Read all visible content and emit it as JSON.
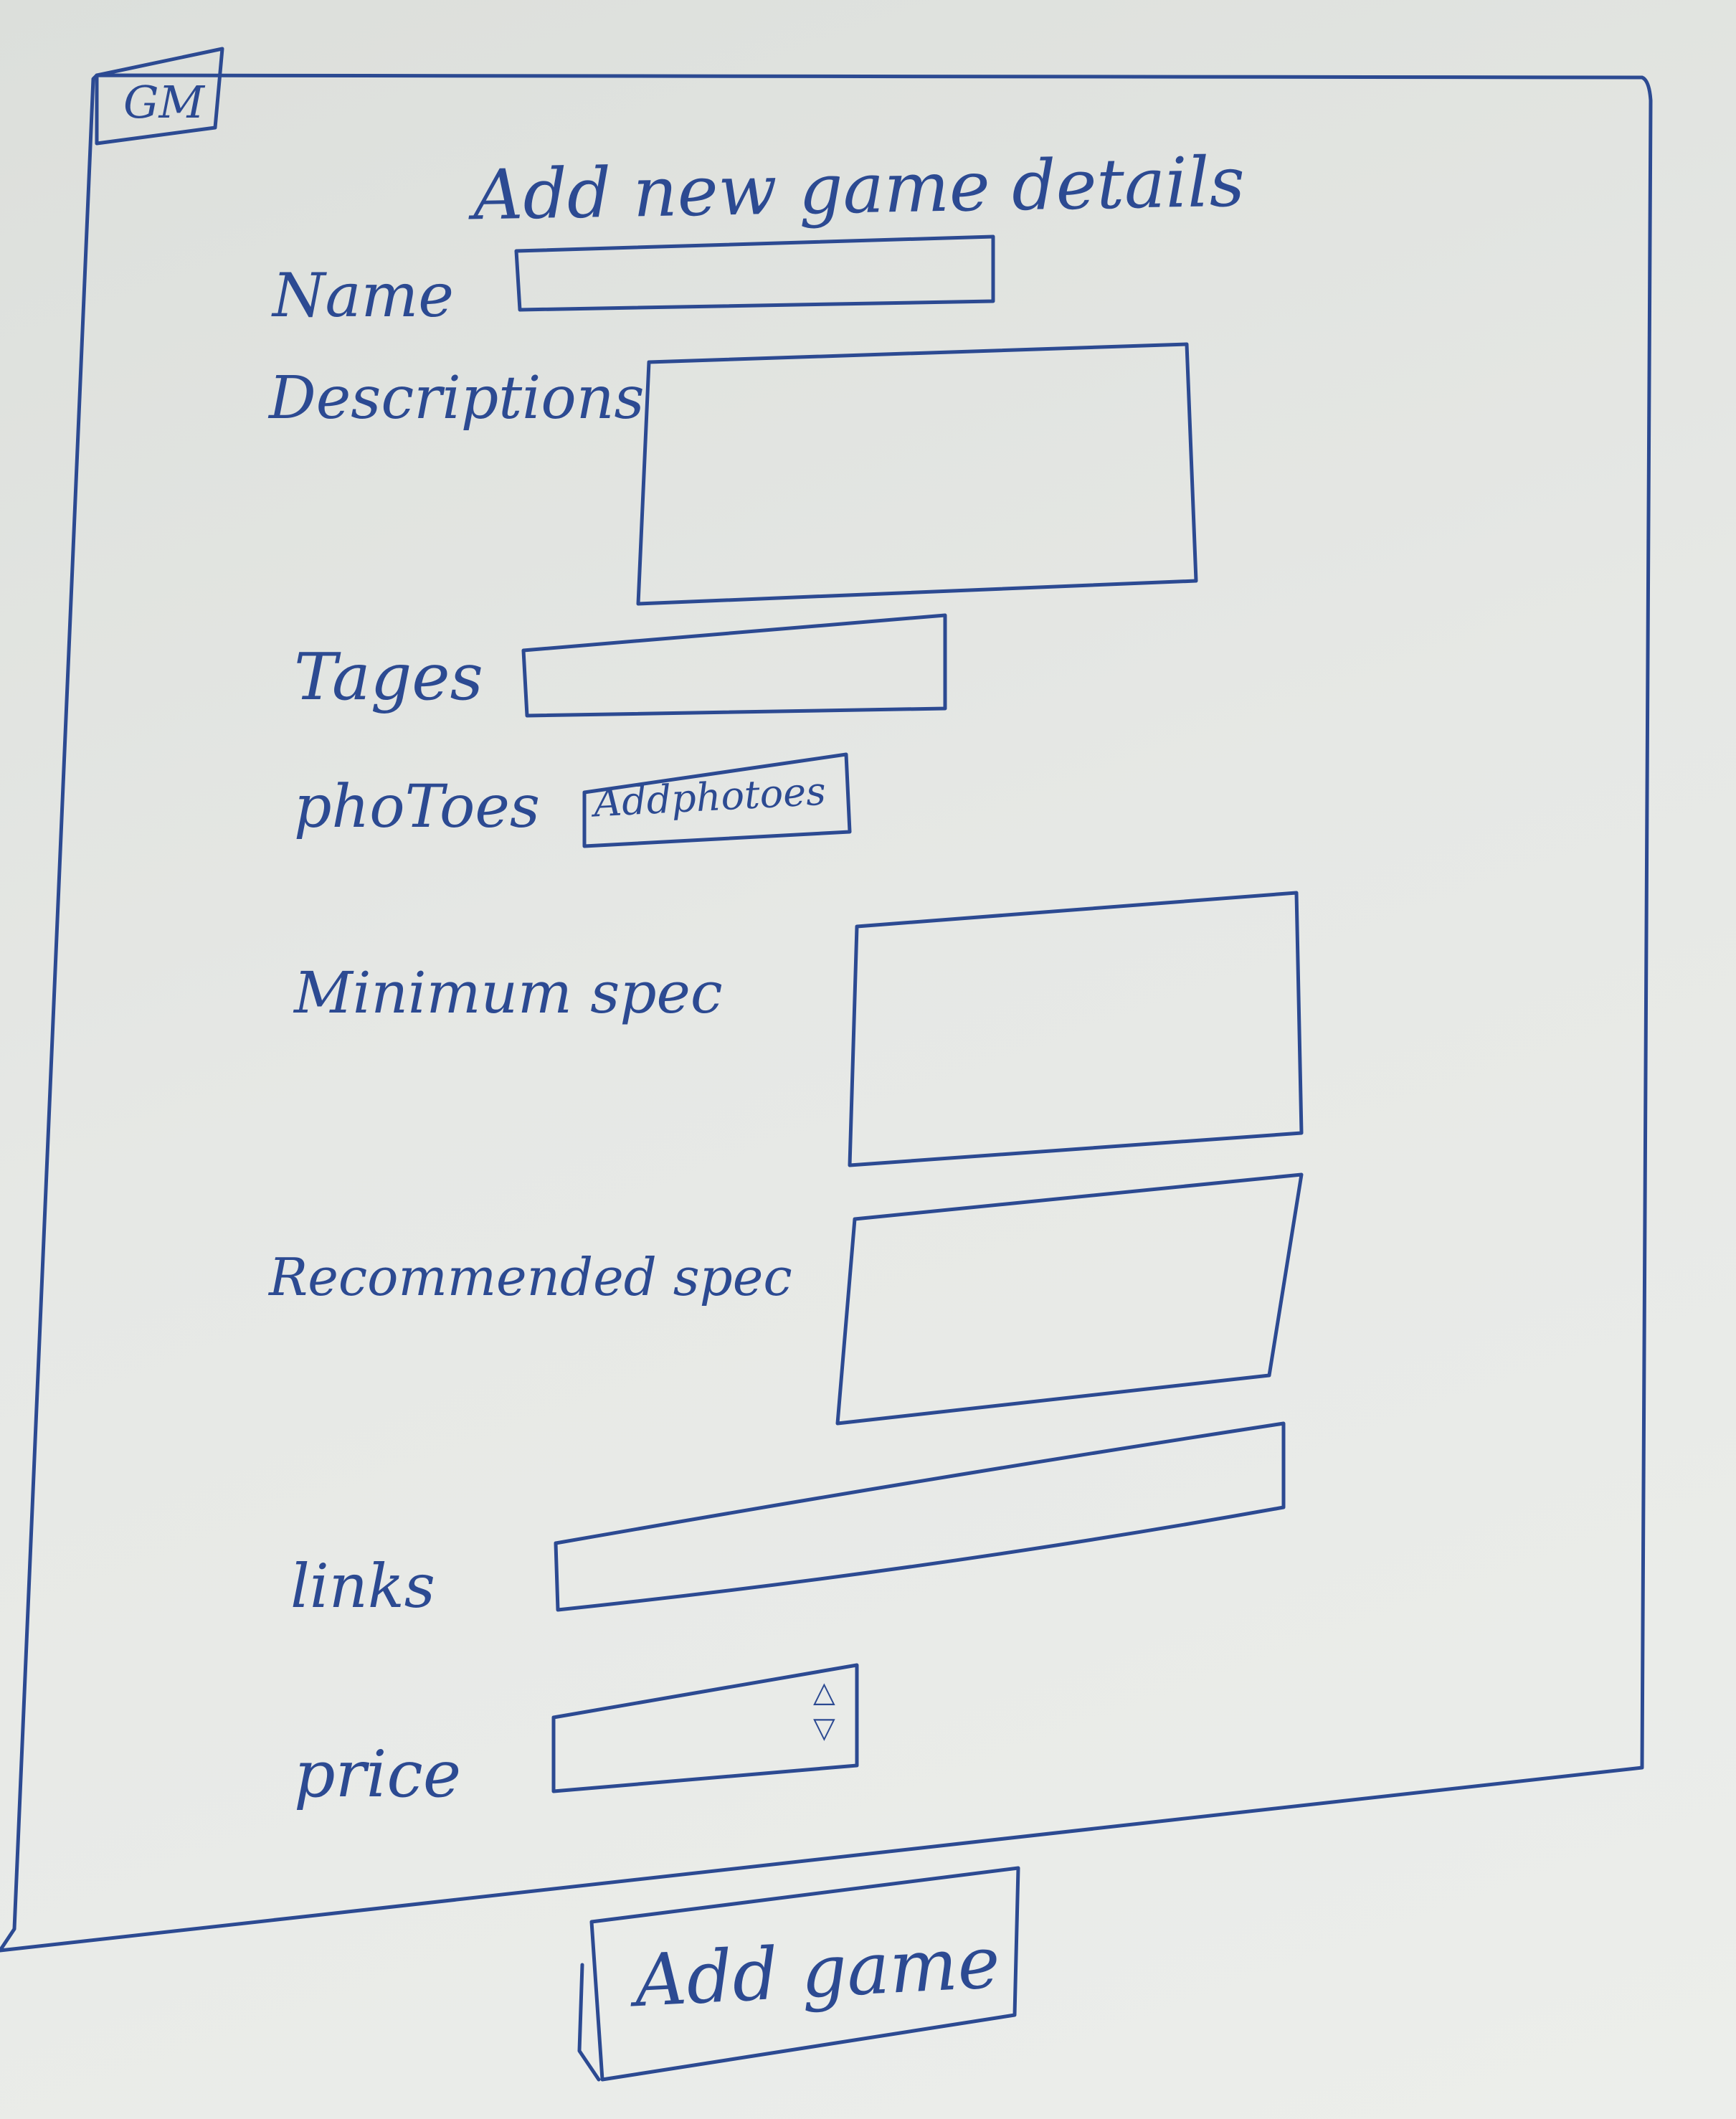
{
  "header": {
    "logo_text": "GM",
    "title": "Add new game details"
  },
  "form": {
    "name_label": "Name",
    "descriptions_label": "Descriptions",
    "tags_label": "Tages",
    "photos_label": "phoToes",
    "add_photos_button": "Addphotoes",
    "minimum_spec_label": "Minimum spec",
    "recommended_spec_label": "Recommended spec",
    "links_label": "links",
    "price_label": "price",
    "price_stepper_up_icon": "triangle-up-icon",
    "price_stepper_down_icon": "triangle-down-icon"
  },
  "footer": {
    "add_game_button": "Add game"
  },
  "colors": {
    "ink": "#2c4a92",
    "paper": "#e6e8e5"
  }
}
